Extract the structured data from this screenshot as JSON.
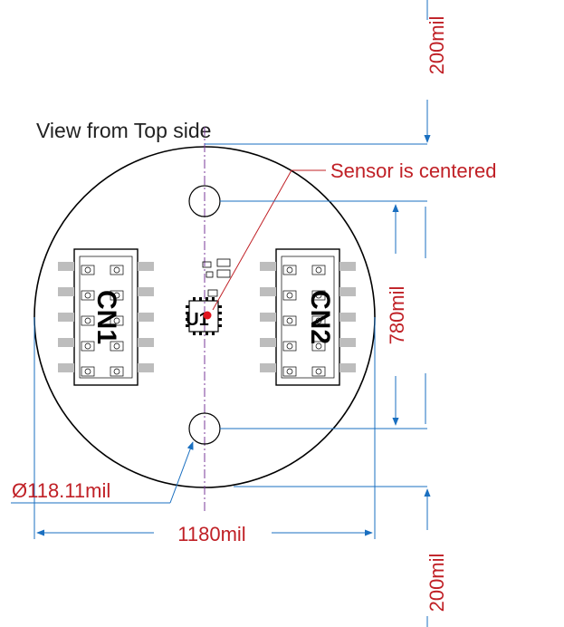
{
  "title": "View from Top side",
  "sensor_note": "Sensor is centered",
  "dim_top": "200mil",
  "dim_vertical": "780mil",
  "dim_bottom": "200mil",
  "dim_width": "1180mil",
  "dim_hole": "Ø118.11mil",
  "connector_1": "CN1",
  "connector_2": "CN2",
  "sensor_ref": "U1",
  "colors": {
    "dimension": "#1a6fc0",
    "note": "#c02026",
    "outline": "#000000",
    "centerline": "#7a3a9a",
    "sensor_dot": "#e0141e",
    "pad": "#bdbdbd"
  }
}
